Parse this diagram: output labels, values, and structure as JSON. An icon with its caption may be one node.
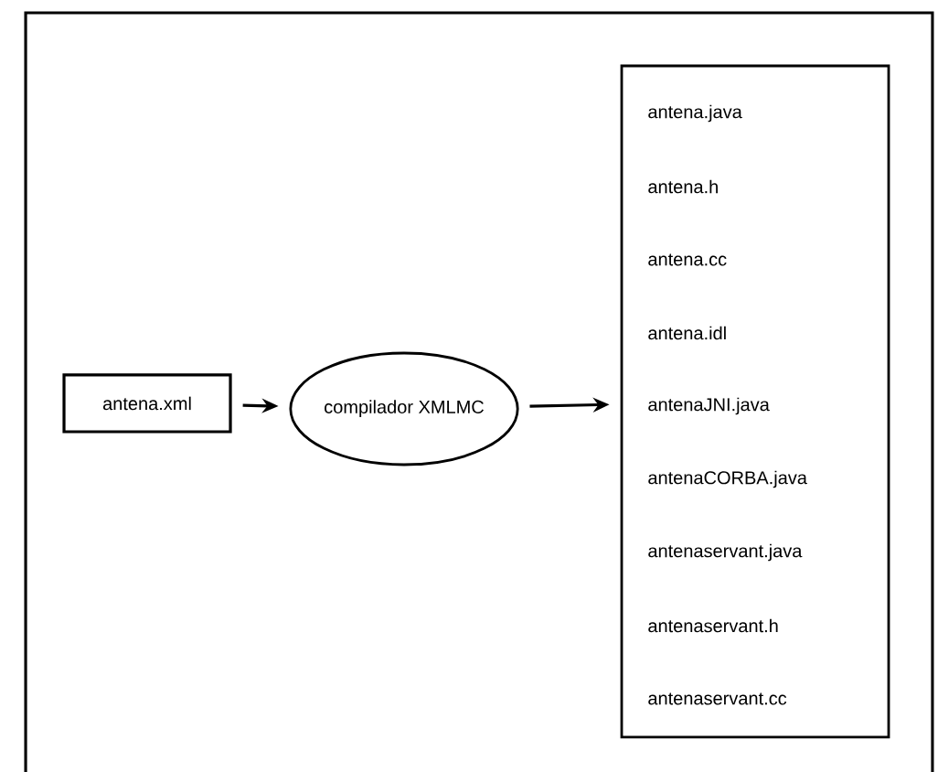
{
  "diagram": {
    "nodes": [
      {
        "text": [
          "antena.xml"
        ]
      },
      {
        "text": [
          "compilador XMLMC"
        ]
      },
      {
        "text": [
          "antena.java",
          "antena.h",
          "antena.cc",
          "antena.idl",
          "antenaJNI.java",
          "antenaCORBA.java",
          "antenaservant.java",
          "antenaservant.h",
          "antenaservant.cc"
        ]
      }
    ],
    "edges": [
      {
        "from": 0,
        "to": 1,
        "arrow": "to"
      },
      {
        "from": 1,
        "to": 2,
        "arrow": "to"
      }
    ]
  }
}
